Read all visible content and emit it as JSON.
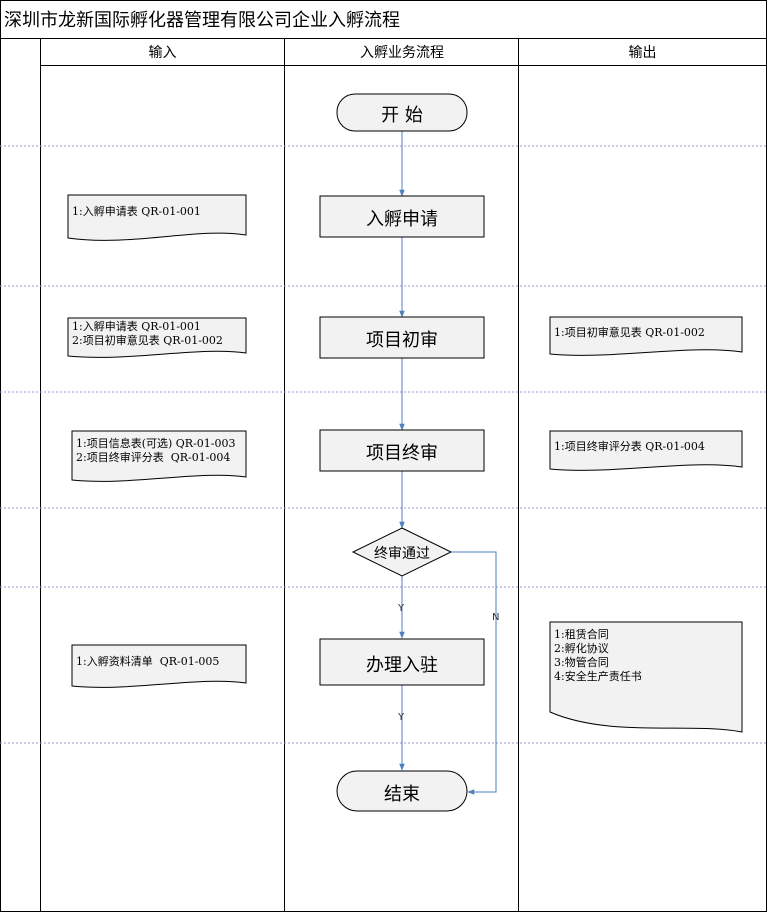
{
  "title": "深圳市龙新国际孵化器管理有限公司企业入孵流程",
  "headers": {
    "input": "输入",
    "process": "入孵业务流程",
    "output": "输出"
  },
  "nodes": {
    "start": "开  始",
    "apply": "入孵申请",
    "initial": "项目初审",
    "final": "项目终审",
    "decision": "终审通过",
    "settle": "办理入驻",
    "end": "结束"
  },
  "edge_labels": {
    "yes1": "Y",
    "yes2": "Y",
    "no": "N"
  },
  "inputs": {
    "doc1": "1:入孵申请表 QR-01-001",
    "doc2": "1:入孵申请表 QR-01-001\n2:项目初审意见表 QR-01-002",
    "doc3": "1:项目信息表(可选) QR-01-003\n2:项目终审评分表  QR-01-004",
    "doc4": "1:入孵资料清单  QR-01-005"
  },
  "outputs": {
    "doc1": "1:项目初审意见表 QR-01-002",
    "doc2": "1:项目终审评分表 QR-01-004",
    "doc3": "1:租赁合同\n2:孵化协议\n3:物管合同\n4:安全生产责任书"
  },
  "colors": {
    "arrow": "#4f81bd",
    "lane_divider": "#9999cc",
    "border": "#000000"
  }
}
